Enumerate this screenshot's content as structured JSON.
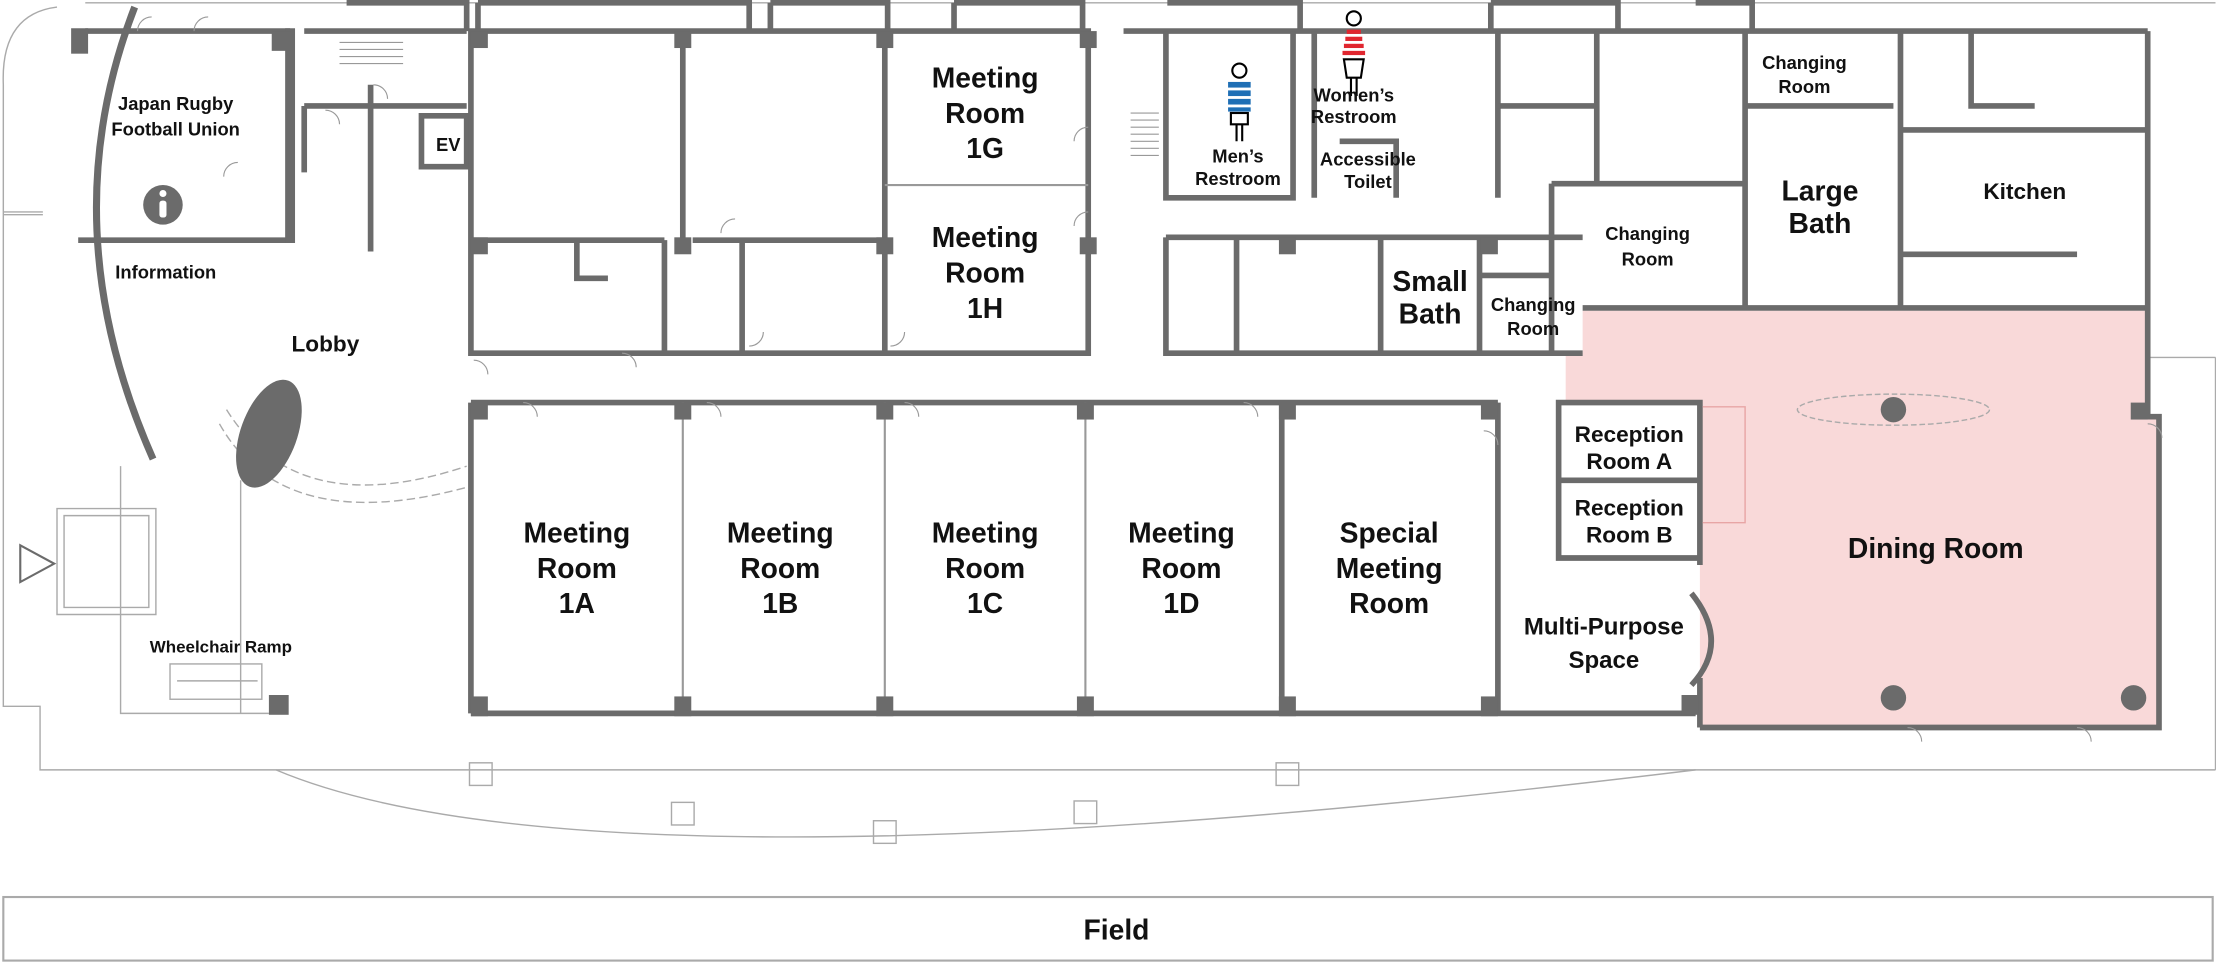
{
  "colors": {
    "wall": "#6b6b6b",
    "dining_fill": "#f9d9d9",
    "mens_icon": "#1f6fb5",
    "womens_icon": "#e0262f"
  },
  "rooms": {
    "jrfu": [
      "Japan Rugby",
      "Football Union"
    ],
    "information": "Information",
    "lobby": "Lobby",
    "ev": "EV",
    "mr1g": [
      "Meeting",
      "Room",
      "1G"
    ],
    "mr1h": [
      "Meeting",
      "Room",
      "1H"
    ],
    "mens": [
      "Men’s",
      "Restroom"
    ],
    "womens": [
      "Women’s",
      "Restroom"
    ],
    "accessible": [
      "Accessible",
      "Toilet"
    ],
    "changing_top": [
      "Changing",
      "Room"
    ],
    "large_bath": [
      "Large",
      "Bath"
    ],
    "kitchen": "Kitchen",
    "changing_mid": [
      "Changing",
      "Room"
    ],
    "small_bath": [
      "Small",
      "Bath"
    ],
    "changing_small": [
      "Changing",
      "Room"
    ],
    "mr1a": [
      "Meeting",
      "Room",
      "1A"
    ],
    "mr1b": [
      "Meeting",
      "Room",
      "1B"
    ],
    "mr1c": [
      "Meeting",
      "Room",
      "1C"
    ],
    "mr1d": [
      "Meeting",
      "Room",
      "1D"
    ],
    "special": [
      "Special",
      "Meeting",
      "Room"
    ],
    "reception_a": [
      "Reception",
      "Room A"
    ],
    "reception_b": [
      "Reception",
      "Room B"
    ],
    "multi": [
      "Multi-Purpose",
      "Space"
    ],
    "dining": "Dining Room",
    "ramp": "Wheelchair Ramp",
    "field": "Field"
  },
  "icons": {
    "info": "info-icon",
    "entrance": "entrance-triangle-icon",
    "mens": "mens-restroom-icon",
    "womens": "womens-restroom-icon"
  }
}
